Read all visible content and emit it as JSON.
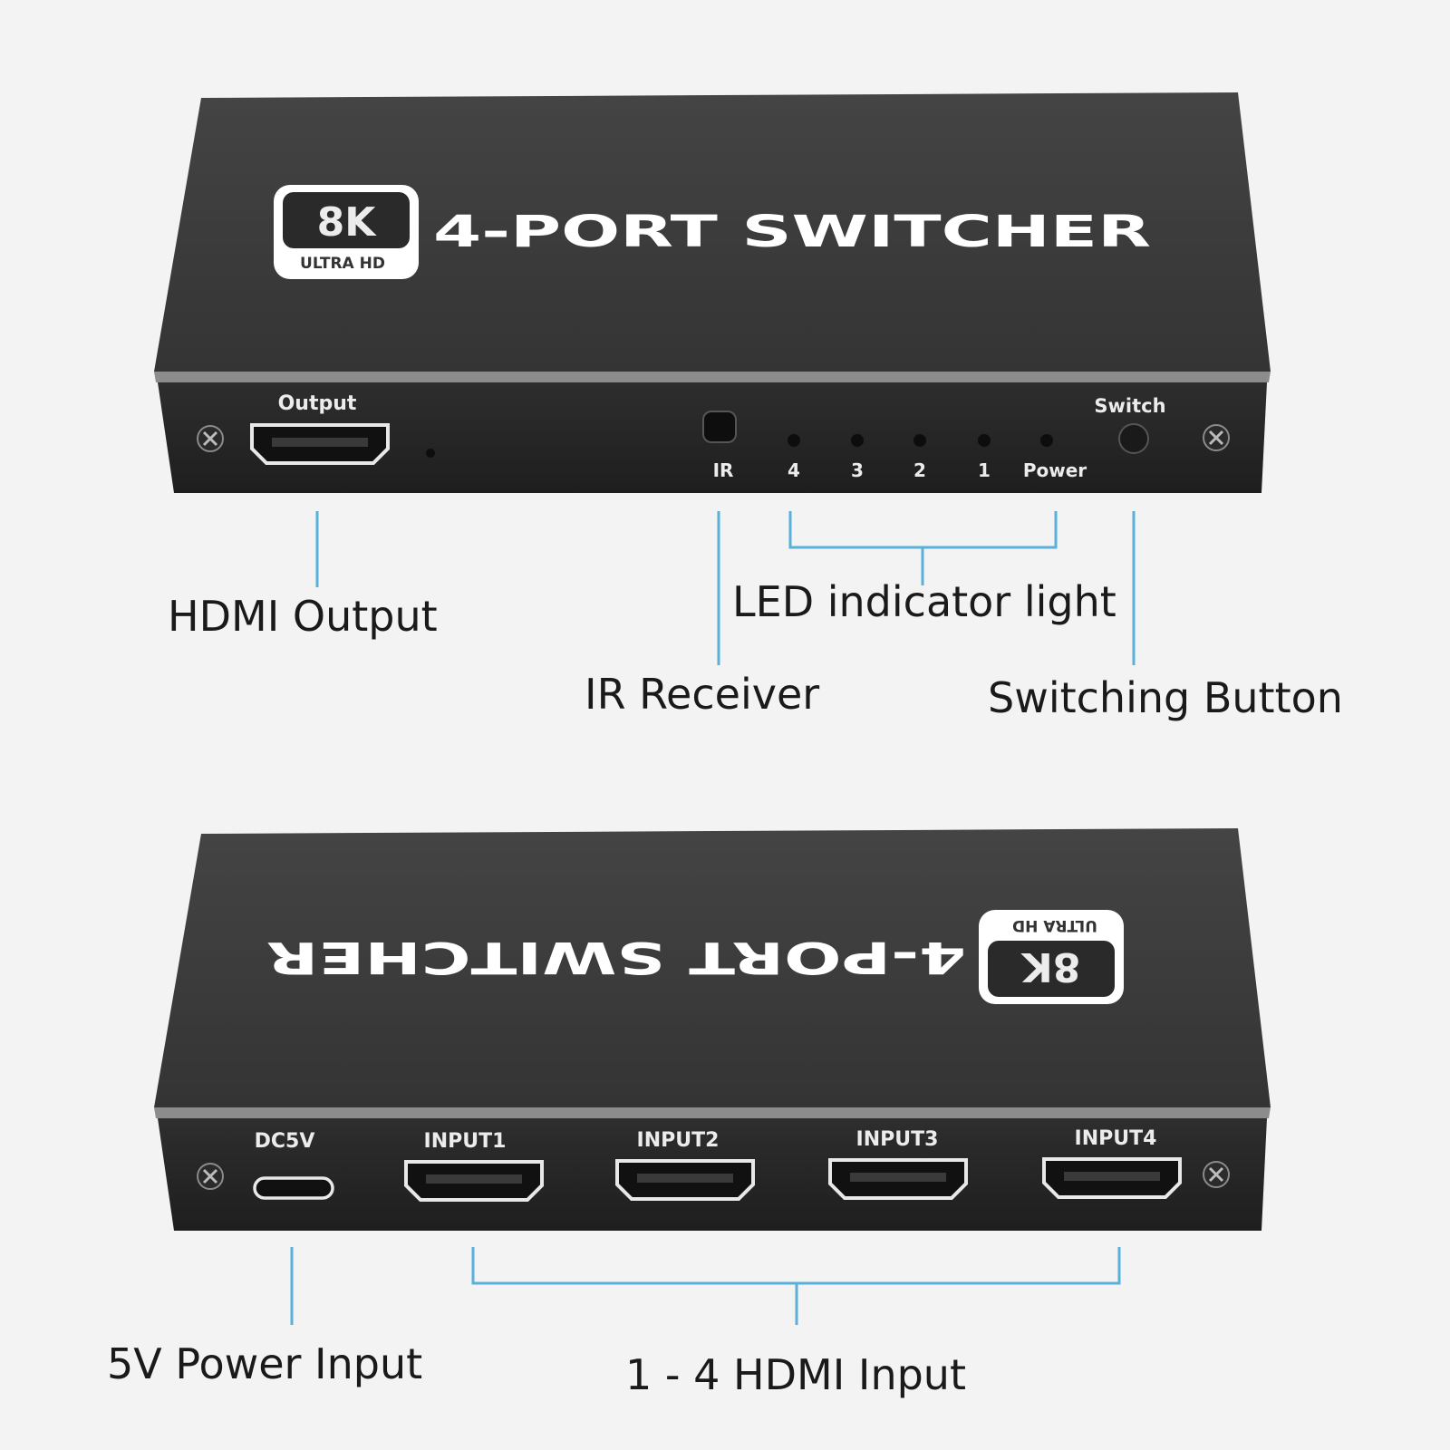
{
  "device": {
    "logo": {
      "big": "8K",
      "small": "ULTRA HD"
    },
    "title": "4-PORT SWITCHER"
  },
  "front_panel": {
    "output_label": "Output",
    "ir_label": "IR",
    "led_labels": [
      "4",
      "3",
      "2",
      "1",
      "Power"
    ],
    "switch_label": "Switch"
  },
  "rear_panel": {
    "dc_label": "DC5V",
    "input_labels": [
      "INPUT1",
      "INPUT2",
      "INPUT3",
      "INPUT4"
    ]
  },
  "callouts": {
    "hdmi_output": "HDMI Output",
    "ir_receiver": "IR Receiver",
    "led_indicator": "LED indicator light",
    "switching_button": "Switching Button",
    "power_input": "5V Power Input",
    "hdmi_input": "1 - 4 HDMI Input"
  },
  "colors": {
    "background": "#f3f3f3",
    "device_top": "#3b3b3b",
    "device_front": "#262626",
    "leader_line": "#5ab0d9",
    "callout_text": "#1a1a1a"
  }
}
